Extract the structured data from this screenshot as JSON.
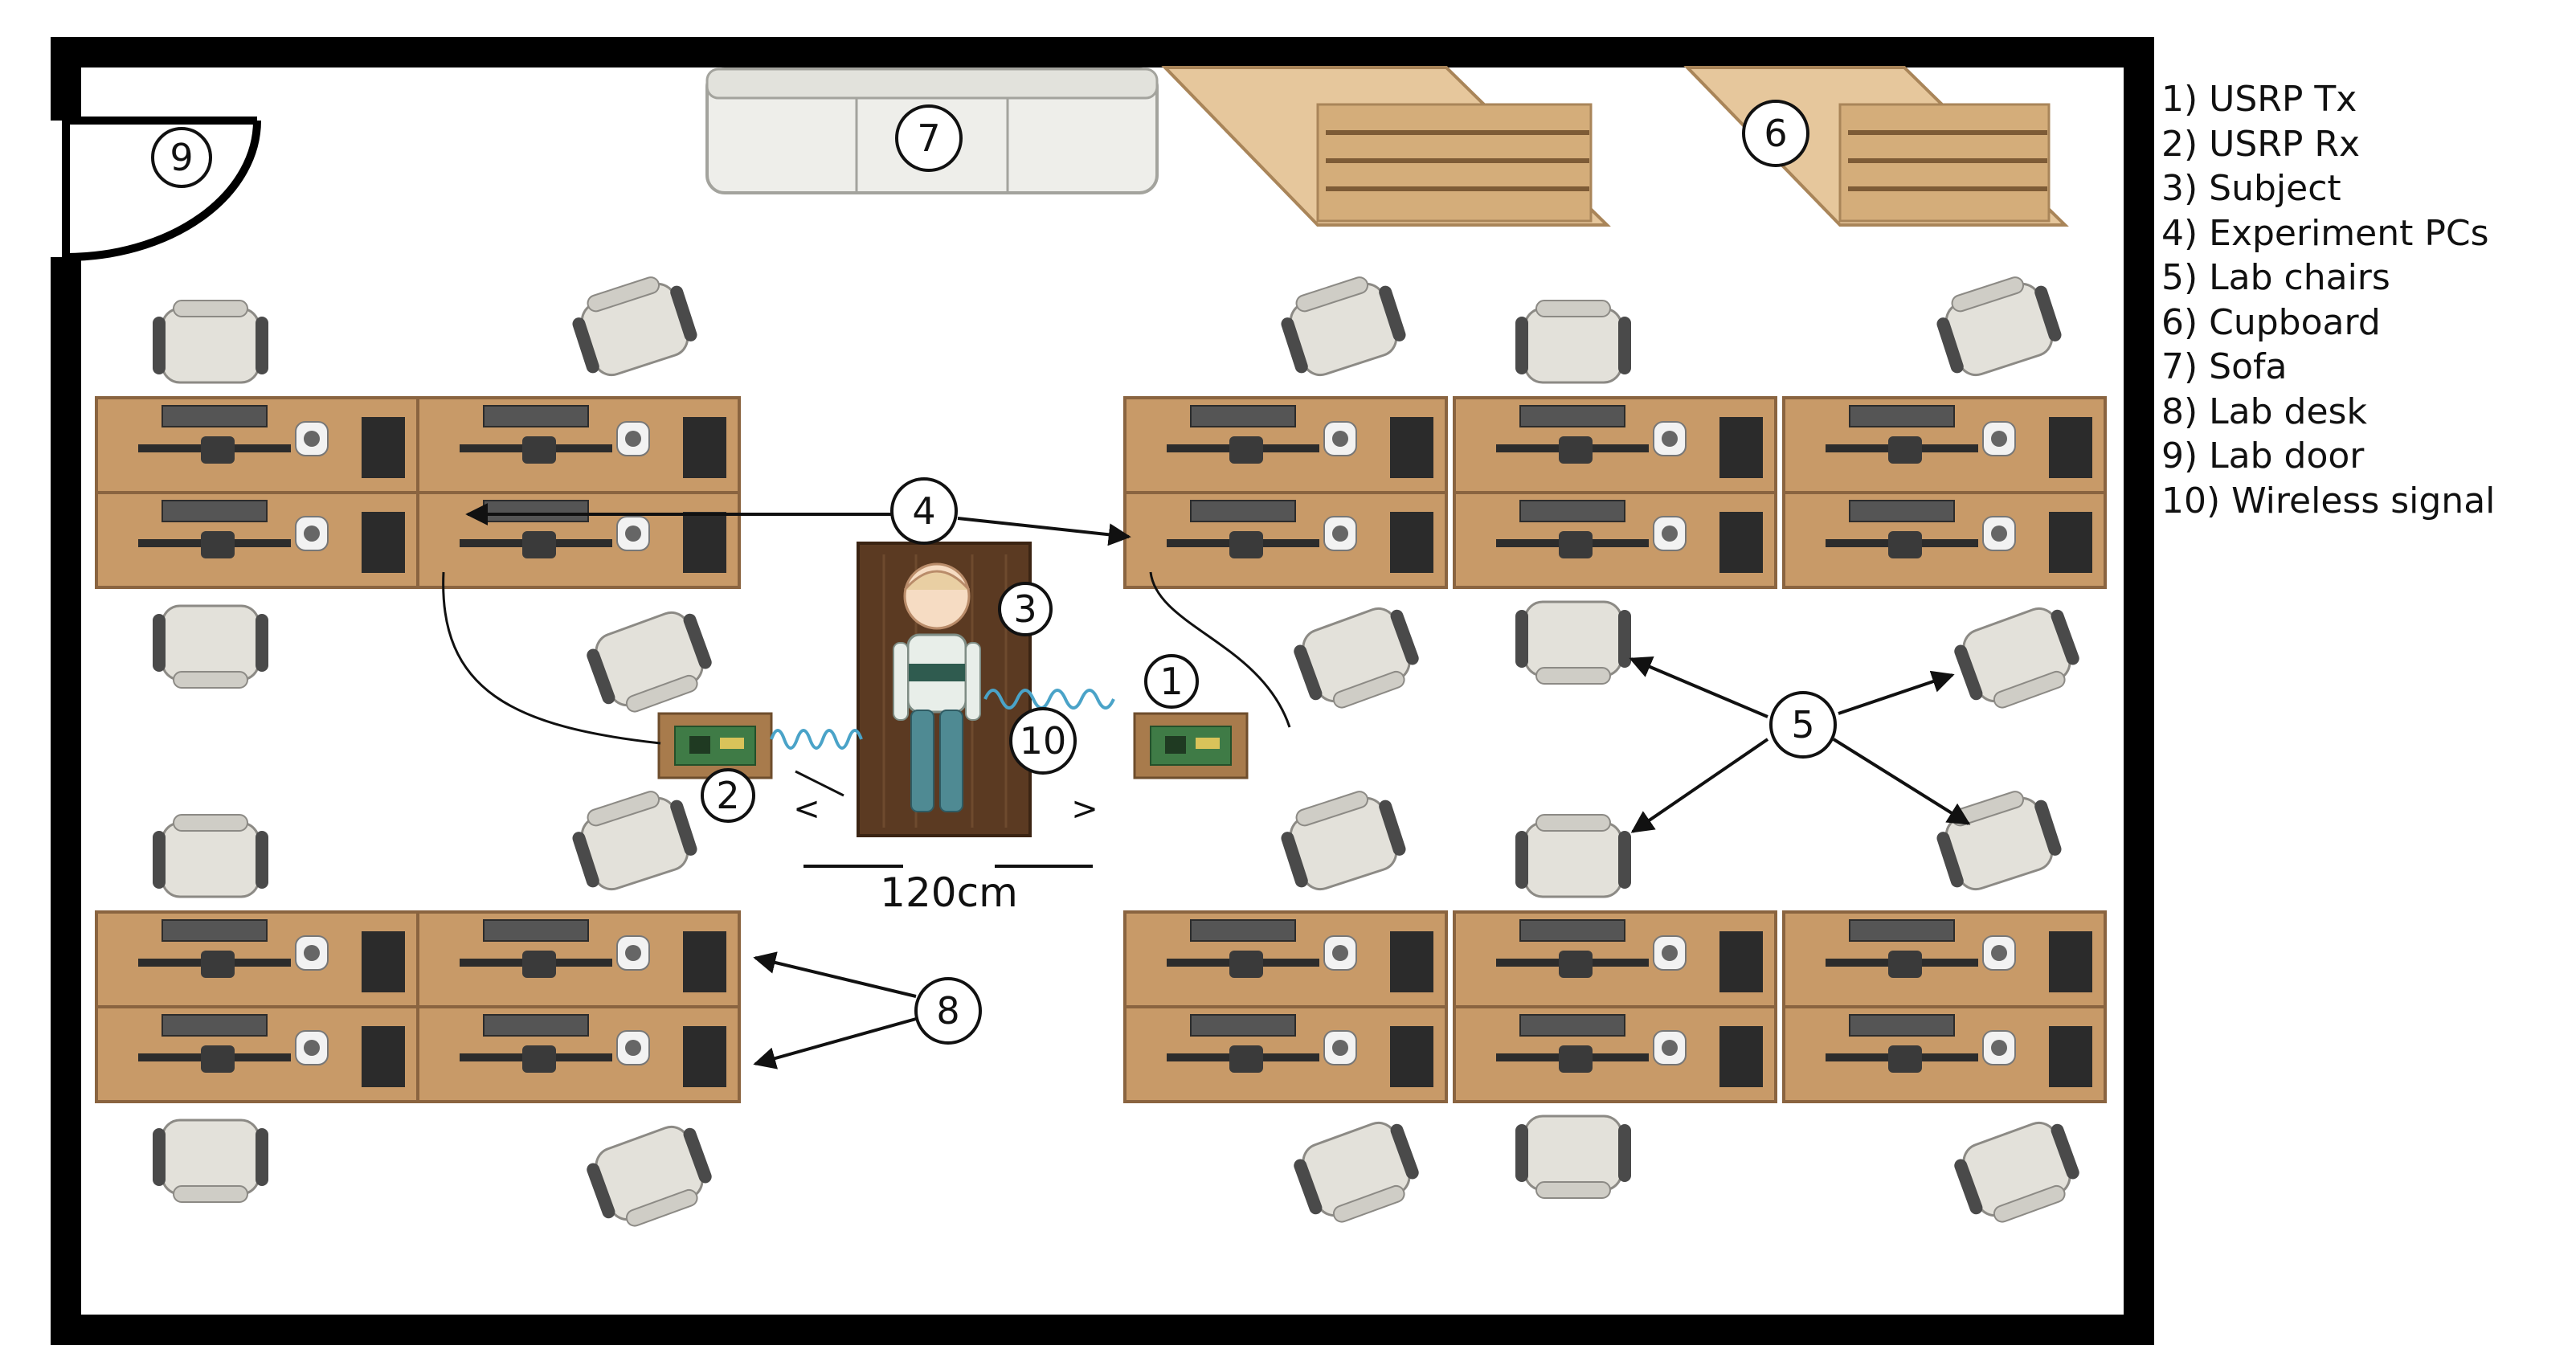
{
  "legend": [
    "1) USRP Tx",
    "2) USRP Rx",
    "3) Subject",
    "4) Experiment PCs",
    "5) Lab chairs",
    "6) Cupboard",
    "7) Sofa",
    "8) Lab desk",
    "9) Lab door",
    "10) Wireless signal"
  ],
  "markers": {
    "usrp_tx": "1",
    "usrp_rx": "2",
    "subject": "3",
    "experiment_pcs": "4",
    "lab_chairs": "5",
    "cupboard": "6",
    "sofa": "7",
    "lab_desk": "8",
    "lab_door": "9",
    "wireless_signal": "10"
  },
  "dimension": "120cm",
  "dimension_left_caret": "<",
  "dimension_right_caret": ">",
  "colors": {
    "wall": "#000000",
    "desk": "#c89a68",
    "desk_edge": "#8a6440",
    "mat": "#5b3a22",
    "cupboard": "#e6c79c",
    "sofa": "#eeeeea",
    "chair": "#e3e1da",
    "chair_arm": "#4a4a4a",
    "board": "#3f7b46",
    "signal": "#4aa3c8"
  }
}
